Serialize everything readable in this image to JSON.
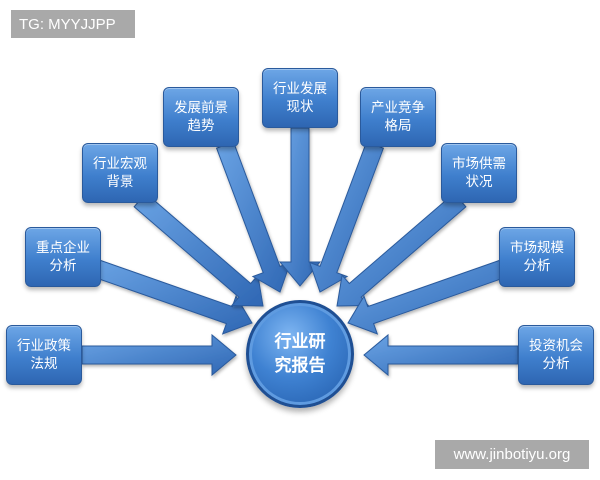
{
  "watermarks": {
    "tg": "TG: MYYJJPP",
    "site": "www.jinbotiyu.org"
  },
  "diagram": {
    "center": {
      "line1": "行业研",
      "line2": "究报告"
    },
    "nodes": [
      {
        "id": "policy",
        "line1": "行业政策",
        "line2": "法规"
      },
      {
        "id": "key-enterprise",
        "line1": "重点企业",
        "line2": "分析"
      },
      {
        "id": "macro",
        "line1": "行业宏观",
        "line2": "背景"
      },
      {
        "id": "prospect",
        "line1": "发展前景",
        "line2": "趋势"
      },
      {
        "id": "status",
        "line1": "行业发展",
        "line2": "现状"
      },
      {
        "id": "competition",
        "line1": "产业竞争",
        "line2": "格局"
      },
      {
        "id": "supply-demand",
        "line1": "市场供需",
        "line2": "状况"
      },
      {
        "id": "market-scale",
        "line1": "市场规模",
        "line2": "分析"
      },
      {
        "id": "investment",
        "line1": "投资机会",
        "line2": "分析"
      }
    ]
  },
  "colors": {
    "box": "#4a8ad6",
    "arrow": "#3f7fcd",
    "circle": "#3a7ccc"
  }
}
